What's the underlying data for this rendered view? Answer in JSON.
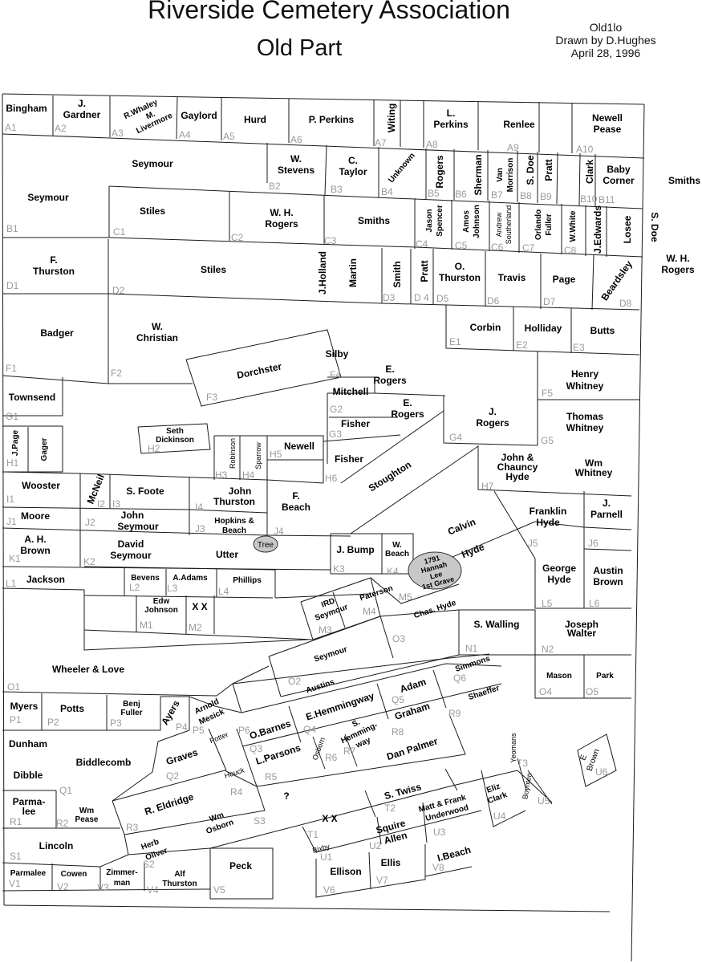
{
  "header": {
    "title": "Riverside Cemetery Association",
    "subtitle": "Old Part",
    "map_code": "Old1lo",
    "drawn_by": "Drawn by D.Hughes",
    "date": "April 28, 1996"
  },
  "features": {
    "tree": "Tree",
    "first_grave": [
      "1791",
      "Hannah",
      "Lee",
      "1st Grave"
    ]
  },
  "plots": {
    "A1": "A1",
    "A2": "A2",
    "A3": "A3",
    "A4": "A4",
    "A5": "A5",
    "A6": "A6",
    "A7": "A7",
    "A8": "A8",
    "A9": "A9",
    "A10": "A10",
    "B1": "B1",
    "B2": "B2",
    "B3": "B3",
    "B4": "B4",
    "B5": "B5",
    "B6": "B6",
    "B7": "B7",
    "B8": "B8",
    "B9": "B9",
    "B10": "B10",
    "B11": "B11",
    "C1": "C1",
    "C2": "C2",
    "C3": "C3",
    "C4": "C4",
    "C5": "C5",
    "C6": "C6",
    "C7": "C7",
    "C8": "C8",
    "D1": "D1",
    "D2": "D2",
    "D3": "D3",
    "D4": "D 4",
    "D5": "D5",
    "D6": "D6",
    "D7": "D7",
    "D8": "D8",
    "E1": "E1",
    "E2": "E2",
    "E3": "E3",
    "F1": "F1",
    "F2": "F2",
    "F3": "F3",
    "F4": "F4",
    "F5": "F5",
    "G1": "G1",
    "G2": "G2",
    "G3": "G3",
    "G4": "G4",
    "G5": "G5",
    "H1": "H1",
    "H2": "H2",
    "H3": "H3",
    "H4": "H4",
    "H5": "H5",
    "H6": "H6",
    "H7": "H7",
    "I1": "I1",
    "I2": "I2",
    "I3": "I3",
    "I4": "I4",
    "J1": "J1",
    "J2": "J2",
    "J3": "J3",
    "J4": "J4",
    "J5": "J5",
    "J6": "J6",
    "K1": "K1",
    "K2": "K2",
    "K3": "K3",
    "K4": "K4",
    "L1": "L1",
    "L2": "L2",
    "L3": "L3",
    "L4": "L4",
    "L5": "L5",
    "L6": "L6",
    "M1": "M1",
    "M2": "M2",
    "M3": "M3",
    "M4": "M4",
    "M5": "M5",
    "N1": "N1",
    "N2": "N2",
    "O1": "O1",
    "O2": "O2",
    "O3": "O3",
    "O4": "O4",
    "O5": "O5",
    "P1": "P1",
    "P2": "P2",
    "P3": "P3",
    "P4": "P4",
    "P5": "P5",
    "P6": "P6",
    "Q1": "Q1",
    "Q2": "Q2",
    "Q3": "Q3",
    "Q4": "Q4",
    "Q5": "Q5",
    "Q6": "Q6",
    "R1": "R1",
    "R2": "R2",
    "R3": "R3",
    "R4": "R4",
    "R5": "R5",
    "R6": "R6",
    "R7": "R7",
    "R8": "R8",
    "R9": "R9",
    "S1": "S1",
    "S2": "S2",
    "S3": "S3",
    "T1": "T1",
    "T2": "T2",
    "T3": "T3",
    "U1": "U1",
    "U2": "U2",
    "U3": "U3",
    "U4": "U4",
    "U5": "U5",
    "U6": "U6",
    "V1": "V1",
    "V2": "V2",
    "V3": "V3",
    "V4": "V4",
    "V5": "V5",
    "V6": "V6",
    "V7": "V7",
    "V8": "V8"
  },
  "names": {
    "bingham": "Bingham",
    "gardner": [
      "J.",
      "Gardner"
    ],
    "rwhaley": "R.Whaley",
    "mlivermore": [
      "M.",
      "Livermore"
    ],
    "gaylord": "Gaylord",
    "hurd": "Hurd",
    "pperkins": "P. Perkins",
    "witing": "Witing",
    "lperkins": [
      "L.",
      "Perkins"
    ],
    "renlee": "Renlee",
    "newellpease": [
      "Newell",
      "Pease"
    ],
    "seymour_b": "Seymour",
    "seymour_b1": "Seymour",
    "wstevens": [
      "W.",
      "Stevens"
    ],
    "ctaylor": [
      "C.",
      "Taylor"
    ],
    "unknown": "Unknown",
    "rogers_b5": "Rogers",
    "sherman": "Sherman",
    "vanmorrison": [
      "Van",
      "Morrison"
    ],
    "sdoe_b8": "S. Doe",
    "pratt_b9": "Pratt",
    "clark": "Clark",
    "babycorner": [
      "Baby",
      "Corner"
    ],
    "smiths_right": "Smiths",
    "sdoe_right": "S. Doe",
    "stiles_c1": "Stiles",
    "whrogers_c2": [
      "W. H.",
      "Rogers"
    ],
    "smiths_c3": "Smiths",
    "jasonspencer": [
      "Jason",
      "Spencer"
    ],
    "amosjohnson": [
      "Amos",
      "Johnson"
    ],
    "andrewsoutherland": [
      "Andrew",
      "Southerland"
    ],
    "orlandofuller": [
      "Orlando",
      "Fuller"
    ],
    "wwhite": "W.White",
    "jedwards": "J.Edwards",
    "losee": "Losee",
    "fthurston": [
      "F.",
      "Thurston"
    ],
    "stiles_d2": "Stiles",
    "jholland": "J.Holland",
    "martin": "Martin",
    "smith_d3": "Smith",
    "pratt_d4": "Pratt",
    "othurston": [
      "O.",
      "Thurston"
    ],
    "travis": "Travis",
    "page_d7": "Page",
    "beardsley": "Beardsley",
    "whrogers_right": [
      "W. H.",
      "Rogers"
    ],
    "badger": "Badger",
    "wchristian": [
      "W.",
      "Christian"
    ],
    "corbin": "Corbin",
    "holliday": "Holliday",
    "butts": "Butts",
    "dorchster": "Dorchster",
    "silby": "Silby",
    "erogers_1": [
      "E.",
      "Rogers"
    ],
    "henrywhitney": [
      "Henry",
      "Whitney"
    ],
    "townsend": "Townsend",
    "mitchell": "Mitchell",
    "erogers_2": [
      "E.",
      "Rogers"
    ],
    "fisher_g3": "Fisher",
    "jrogers": [
      "J.",
      "Rogers"
    ],
    "thomaswhitney": [
      "Thomas",
      "Whitney"
    ],
    "sethdickinson": [
      "Seth",
      "Dickinson"
    ],
    "jpage": "J.Page",
    "gager": "Gager",
    "robinson": "Robinson",
    "sparrow": "Sparrow",
    "newell_h5": "Newell",
    "fisher_h6": "Fisher",
    "stoughton": "Stoughton",
    "johnchaunceyhyde": [
      "John &",
      "Chauncy",
      "Hyde"
    ],
    "wmwhitney": [
      "Wm",
      "Whitney"
    ],
    "wooster": "Wooster",
    "mcneil": "McNeil",
    "sfoote": "S. Foote",
    "johnthurston": [
      "John",
      "Thurston"
    ],
    "fbeach": [
      "F.",
      "Beach"
    ],
    "franklinhyde": [
      "Franklin",
      "Hyde"
    ],
    "jparnell": [
      "J.",
      "Parnell"
    ],
    "moore": "Moore",
    "johnseymour": [
      "John",
      "Seymour"
    ],
    "hopkinsbeach": [
      "Hopkins &",
      "Beach"
    ],
    "calvinhyde": [
      "Calvin",
      "Hyde"
    ],
    "ahbrown": [
      "A. H.",
      "Brown"
    ],
    "davidseymour": [
      "David",
      "Seymour"
    ],
    "utter": "Utter",
    "jbump": "J. Bump",
    "wbeach": [
      "W.",
      "Beach"
    ],
    "georgehyde": [
      "George",
      "Hyde"
    ],
    "austinbrown": [
      "Austin",
      "Brown"
    ],
    "jackson": "Jackson",
    "bevens": "Bevens",
    "aadams": "A.Adams",
    "phillips": "Phillips",
    "edwjohnson": [
      "Edw",
      "Johnson"
    ],
    "xx_m2": "X X",
    "irdseymour": [
      "IRD",
      "Seymour"
    ],
    "paterson": "Paterson",
    "chashyde": "Chas. Hyde",
    "swalling": "S. Walling",
    "josephwalter": [
      "Joseph",
      "Walter"
    ],
    "wheelerlove": "Wheeler & Love",
    "seymour_o2": "Seymour",
    "mason": "Mason",
    "park": "Park",
    "austins": "Austins",
    "simmons": "Simmons",
    "myers": "Myers",
    "potts": "Potts",
    "benjfuller": [
      "Benj",
      "Fuller"
    ],
    "ayers": "Ayers",
    "arnoldmesick": [
      "Arnold",
      "Mesick"
    ],
    "obarnes": "O.Barnes",
    "ehemmingway": "E.Hemmingway",
    "adam": "Adam",
    "shaeffer": "Shaeffer",
    "dunham": "Dunham",
    "biddlecomb": "Biddlecomb",
    "potter": "Potter",
    "shemmingway": [
      "S.",
      "Hemming-",
      "way"
    ],
    "graham": "Graham",
    "dibble": "Dibble",
    "graves": "Graves",
    "lparsons": "L.Parsons",
    "osborn": "Osborn",
    "houck": "Houck",
    "danpalmer": "Dan Palmer",
    "yeomans": "Yeomans",
    "ebrown": [
      "E",
      "Brown"
    ],
    "parmalee_r1": [
      "Parma-",
      "lee"
    ],
    "wmpease": [
      "Wm",
      "Pease"
    ],
    "reldridge": "R. Eldridge",
    "question": "?",
    "stwiss": "S. Twiss",
    "boynten": "Boynten",
    "elizclark": [
      "Eliz",
      "Clark"
    ],
    "xx_t1": "X X",
    "mattfrankunderwood": [
      "Matt & Frank",
      "Underwood"
    ],
    "wmosborn": [
      "Wm",
      "Osborn"
    ],
    "herboliver": [
      "Herb",
      "Oliver"
    ],
    "squireallen": [
      "Squire",
      "Allen"
    ],
    "lincoln": "Lincoln",
    "bixby": "Bixby",
    "ibeach": "I.Beach",
    "peck": "Peck",
    "parmalee_v1": "Parmalee",
    "cowen": "Cowen",
    "zimmerman": [
      "Zimmer-",
      "man"
    ],
    "alfthurston": [
      "Alf",
      "Thurston"
    ],
    "ellison": "Ellison",
    "ellis": "Ellis"
  }
}
